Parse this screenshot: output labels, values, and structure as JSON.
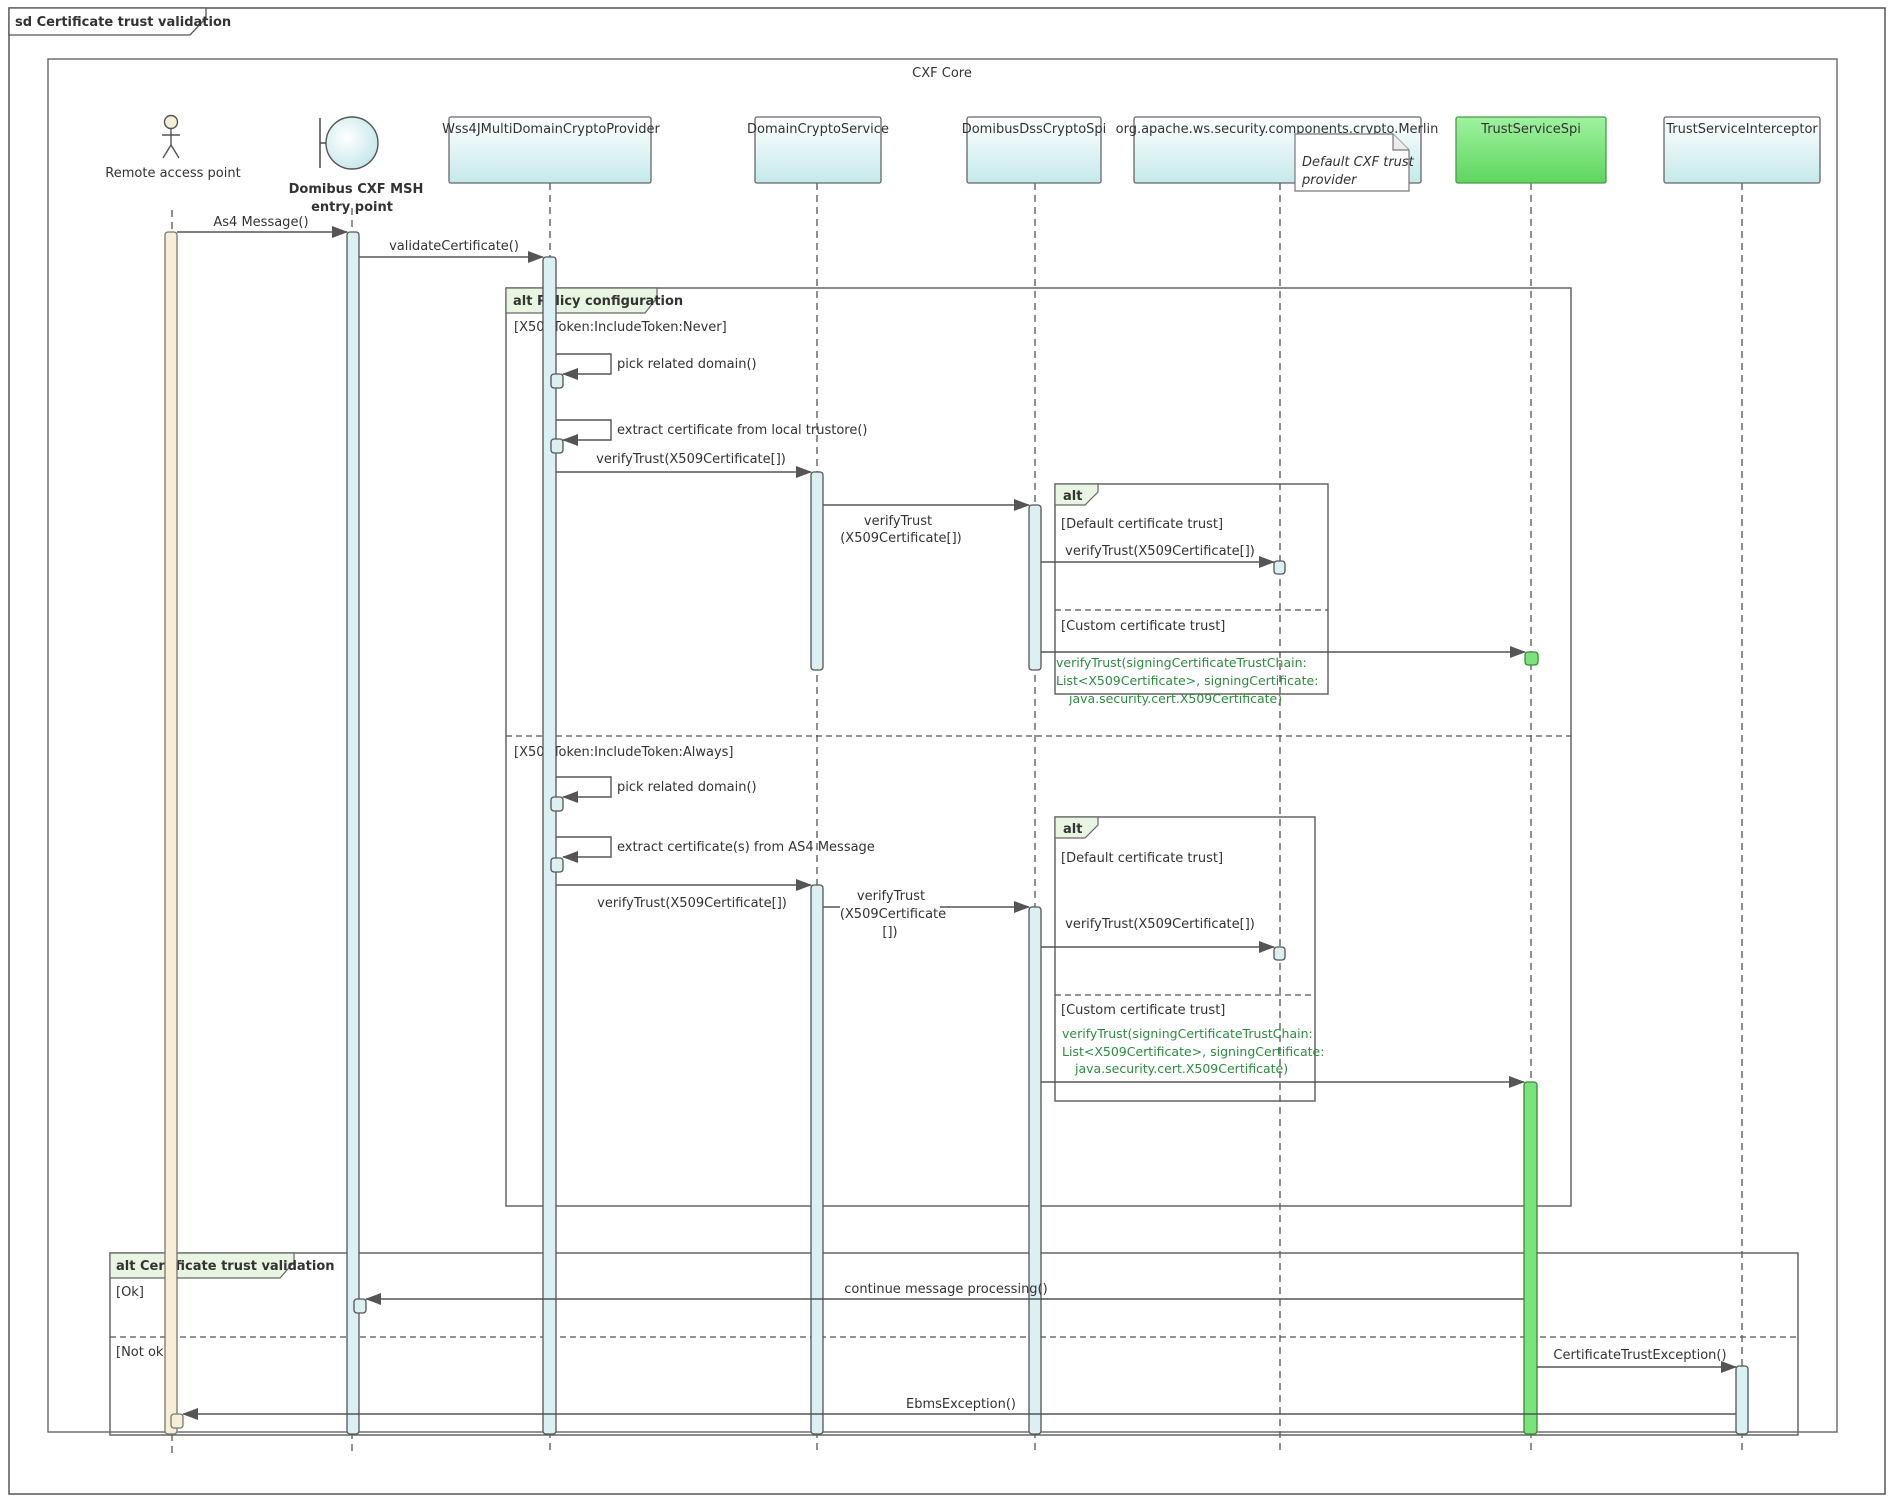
{
  "diagram": {
    "frame_title": "sd Certificate trust validation",
    "container_label": "CXF Core",
    "participants": [
      {
        "id": "remote",
        "label": "Remote access point",
        "kind": "actor"
      },
      {
        "id": "msh",
        "label_line1": "Domibus CXF MSH",
        "label_line2": "entry point",
        "kind": "boundary"
      },
      {
        "id": "wss4j",
        "label": "Wss4JMultiDomainCryptoProvider",
        "kind": "box"
      },
      {
        "id": "domain",
        "label": "DomainCryptoService",
        "kind": "box"
      },
      {
        "id": "dss",
        "label": "DomibusDssCryptoSpi",
        "kind": "box"
      },
      {
        "id": "merlin",
        "label": "org.apache.ws.security.components.crypto.Merlin",
        "kind": "box"
      },
      {
        "id": "trust",
        "label": "TrustServiceSpi",
        "kind": "box",
        "color": "#7be37b"
      },
      {
        "id": "interceptor",
        "label": "TrustServiceInterceptor",
        "kind": "box"
      }
    ],
    "note": {
      "line1": "Default CXF trust",
      "line2": "provider"
    },
    "messages": {
      "as4": "As4 Message()",
      "validate": "validateCertificate()",
      "pick1": "pick related domain()",
      "extract1": "extract certificate from local trustore()",
      "verify1": "verifyTrust(X509Certificate[])",
      "verify2_l1": "verifyTrust",
      "verify2_l2": "(X509Certificate[])",
      "verify3": "verifyTrust(X509Certificate[])",
      "verify4_l1": "verifyTrust(signingCertificateTrustChain:",
      "verify4_l2": "List<X509Certificate>, signingCertificate:",
      "verify4_l3": "java.security.cert.X509Certificate)",
      "pick2": "pick related domain()",
      "extract2": "extract certificate(s) from AS4 Message",
      "verify5": "verifyTrust(X509Certificate[])",
      "verify6_l1": "verifyTrust",
      "verify6_l2": "(X509Certificate",
      "verify6_l3": "[])",
      "verify7": "verifyTrust(X509Certificate[])",
      "verify8_l1": "verifyTrust(signingCertificateTrustChain:",
      "verify8_l2": "List<X509Certificate>, signingCertificate:",
      "verify8_l3": "java.security.cert.X509Certificate)",
      "continue": "continue message processing()",
      "certexc": "CertificateTrustException()",
      "ebms": "EbmsException()"
    },
    "fragments": {
      "policy_title": "alt Policy configuration",
      "guard_never": "[X509Token:IncludeToken:Never]",
      "guard_always": "[X509Token:IncludeToken:Always]",
      "alt1_title": "alt",
      "alt1_guard_default": "[Default certificate trust]",
      "alt1_guard_custom": "[Custom certificate trust]",
      "alt2_title": "alt",
      "alt2_guard_default": "[Default certificate trust]",
      "alt2_guard_custom": "[Custom certificate trust]",
      "validation_title": "alt Certificate trust validation",
      "guard_ok": "[Ok]",
      "guard_notok": "[Not ok]"
    },
    "colors": {
      "box_fill": "#d8f0f1",
      "box_green": "#7be37b",
      "fragment_tab": "#e8f5e0",
      "message_green": "#2e8b3e"
    }
  }
}
